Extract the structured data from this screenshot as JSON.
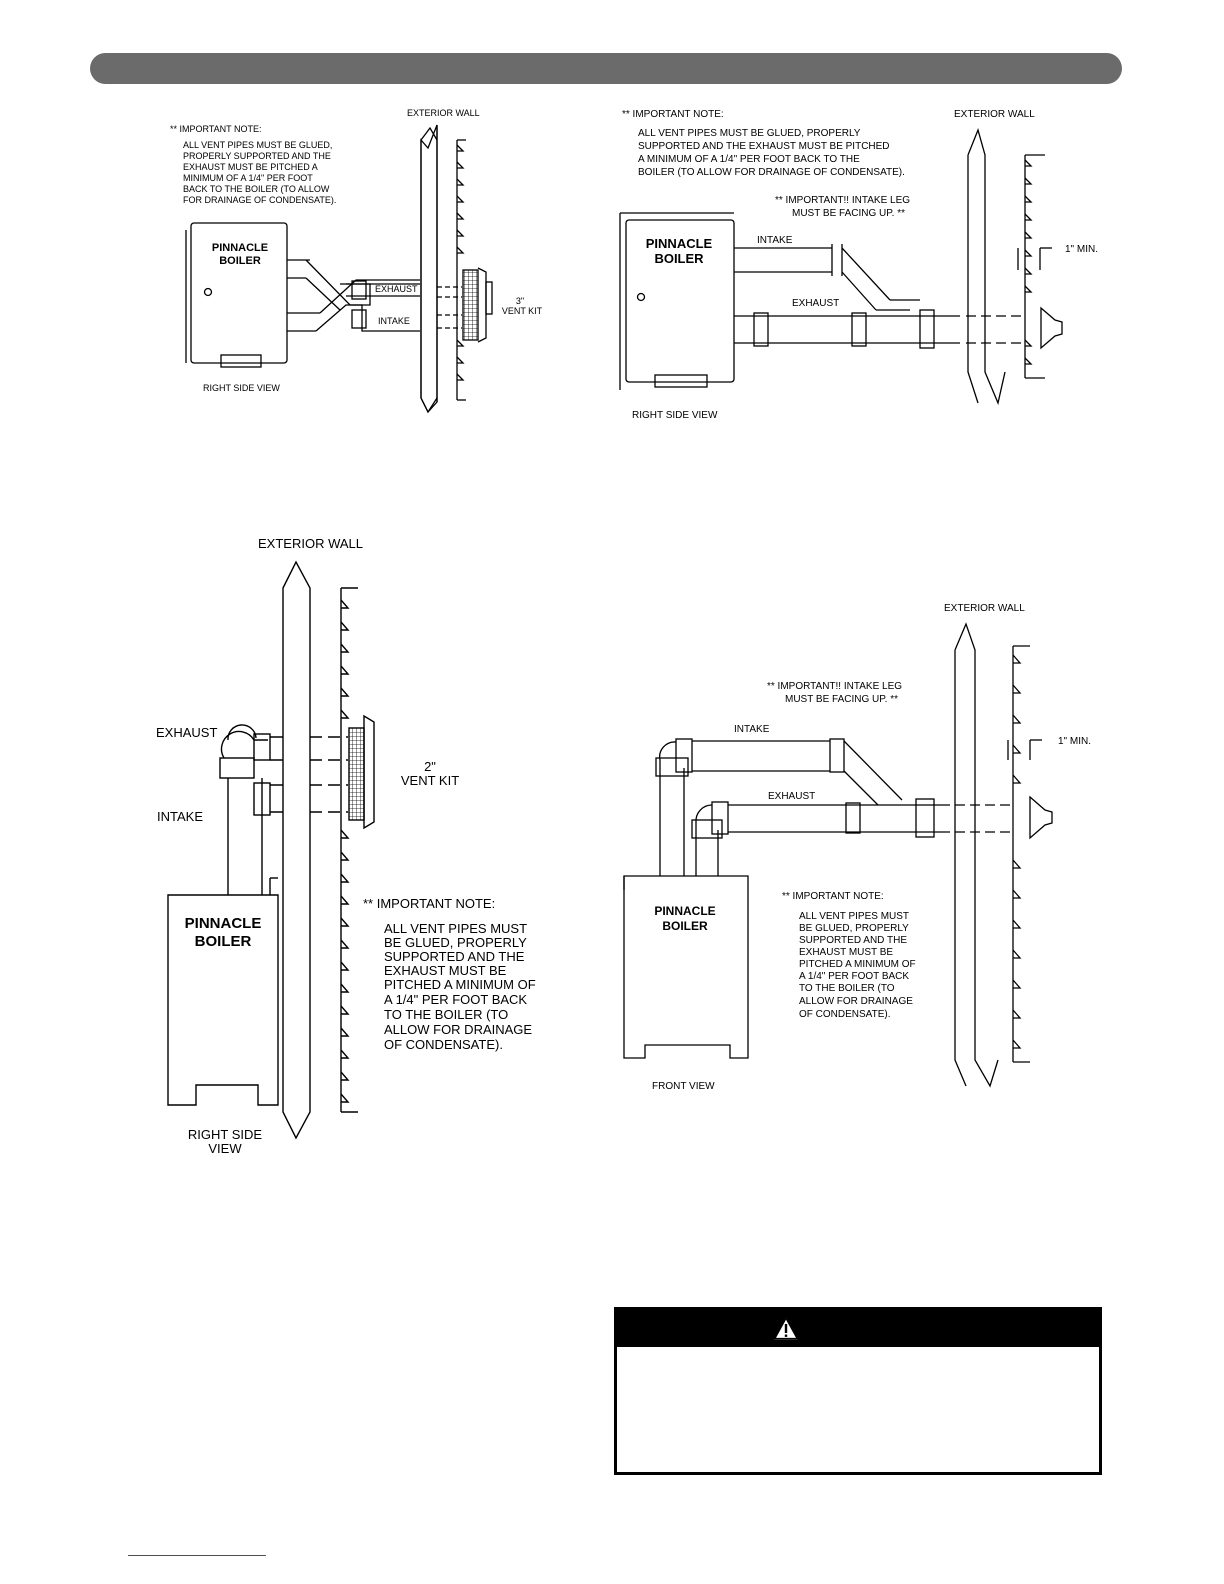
{
  "diagrams": {
    "top_left": {
      "note_heading": "** IMPORTANT NOTE:",
      "note_lines": [
        "ALL VENT PIPES MUST BE GLUED,",
        "PROPERLY SUPPORTED AND THE",
        "EXHAUST MUST BE PITCHED A",
        "MINIMUM OF A 1/4\" PER FOOT",
        "BACK TO THE BOILER (TO ALLOW",
        "FOR DRAINAGE OF CONDENSATE)."
      ],
      "wall_label": "EXTERIOR WALL",
      "boiler_line1": "PINNACLE",
      "boiler_line2": "BOILER",
      "exhaust_label": "EXHAUST",
      "intake_label": "INTAKE",
      "kit_line1": "3\"",
      "kit_line2": "VENT KIT",
      "view_label": "RIGHT SIDE VIEW"
    },
    "top_right": {
      "note_heading": "** IMPORTANT NOTE:",
      "note_lines": [
        "ALL VENT PIPES MUST BE GLUED, PROPERLY",
        "SUPPORTED AND THE EXHAUST MUST BE PITCHED",
        "A MINIMUM OF A 1/4\" PER FOOT BACK TO THE",
        "BOILER (TO ALLOW FOR DRAINAGE OF CONDENSATE)."
      ],
      "intake_note_line1": "** IMPORTANT!! INTAKE LEG",
      "intake_note_line2": "MUST BE FACING UP. **",
      "wall_label": "EXTERIOR WALL",
      "boiler_line1": "PINNACLE",
      "boiler_line2": "BOILER",
      "intake_label": "INTAKE",
      "exhaust_label": "EXHAUST",
      "min_label": "1\" MIN.",
      "view_label": "RIGHT SIDE VIEW"
    },
    "bottom_left": {
      "wall_label": "EXTERIOR WALL",
      "exhaust_label": "EXHAUST",
      "intake_label": "INTAKE",
      "kit_line1": "2\"",
      "kit_line2": "VENT KIT",
      "boiler_line1": "PINNACLE",
      "boiler_line2": "BOILER",
      "note_heading": "** IMPORTANT NOTE:",
      "note_lines": [
        "ALL VENT PIPES MUST",
        "BE GLUED, PROPERLY",
        "SUPPORTED AND THE",
        "EXHAUST MUST BE",
        "PITCHED A MINIMUM OF",
        "A 1/4\" PER FOOT BACK",
        "TO THE BOILER (TO",
        "ALLOW FOR DRAINAGE",
        "OF CONDENSATE)."
      ],
      "view_line1": "RIGHT SIDE",
      "view_line2": "VIEW"
    },
    "bottom_right": {
      "wall_label": "EXTERIOR WALL",
      "intake_note_line1": "** IMPORTANT!! INTAKE LEG",
      "intake_note_line2": "MUST BE FACING UP. **",
      "intake_label": "INTAKE",
      "exhaust_label": "EXHAUST",
      "min_label": "1\" MIN.",
      "boiler_line1": "PINNACLE",
      "boiler_line2": "BOILER",
      "note_heading": "** IMPORTANT NOTE:",
      "note_lines": [
        "ALL VENT PIPES MUST",
        "BE GLUED, PROPERLY",
        "SUPPORTED AND THE",
        "EXHAUST MUST BE",
        "PITCHED A MINIMUM OF",
        "A 1/4\" PER FOOT BACK",
        "TO THE BOILER (TO",
        "ALLOW FOR DRAINAGE",
        "OF CONDENSATE)."
      ],
      "view_label": "FRONT VIEW"
    }
  },
  "warning": {
    "icon": "warning-triangle-icon"
  },
  "colors": {
    "header_bar": "#6b6b6b",
    "warning_header": "#000000",
    "footer_rule": "#3344cc"
  }
}
